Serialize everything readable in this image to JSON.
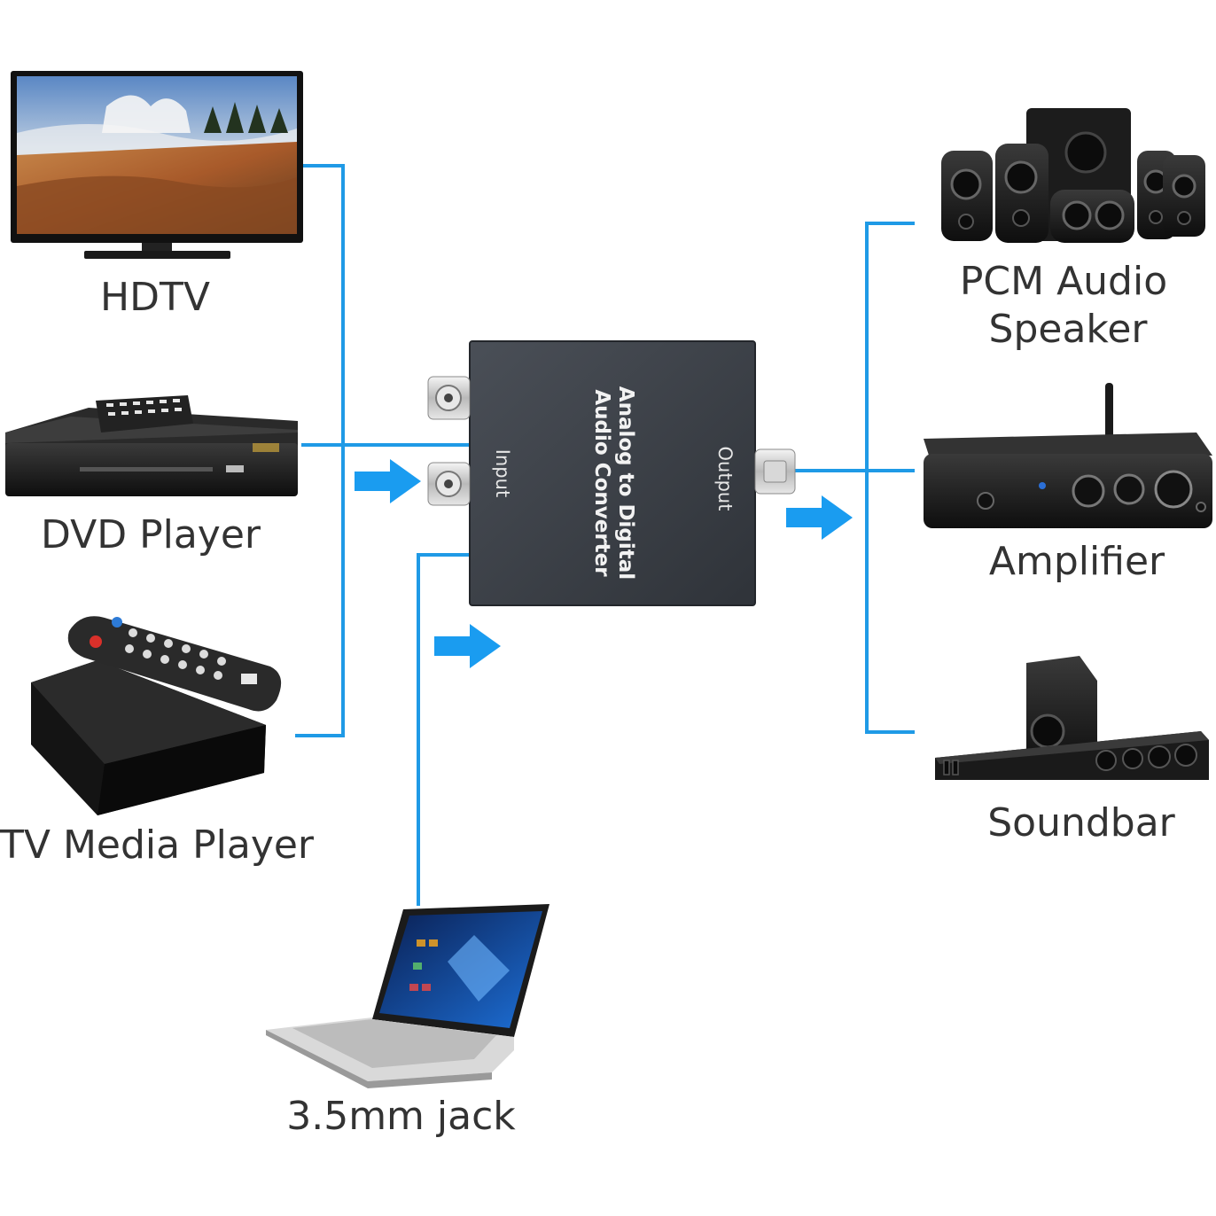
{
  "colors": {
    "connector": "#1f9ae6",
    "arrow": "#1a9cf0",
    "label_text": "#333333",
    "converter_body": "#3c4148"
  },
  "converter": {
    "title_line1": "Analog to Digital",
    "title_line2": "Audio Converter",
    "input_label": "Input",
    "output_label": "Output"
  },
  "sources": [
    {
      "label": "HDTV",
      "icon": "hdtv-icon"
    },
    {
      "label": "DVD Player",
      "icon": "dvd-player-icon"
    },
    {
      "label": "TV Media Player",
      "icon": "tv-media-player-icon"
    },
    {
      "label": "3.5mm jack",
      "icon": "laptop-icon"
    }
  ],
  "outputs": [
    {
      "label_line1": "PCM Audio",
      "label_line2": "Speaker",
      "icon": "pcm-speaker-icon"
    },
    {
      "label": "Amplifier",
      "icon": "amplifier-icon"
    },
    {
      "label": "Soundbar",
      "icon": "soundbar-icon"
    }
  ]
}
